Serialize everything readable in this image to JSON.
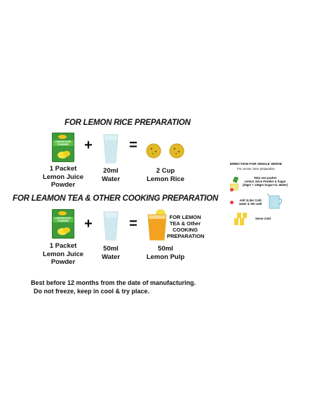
{
  "section1": {
    "heading": "FOR LEMON RICE PREPARATION",
    "packet_caption": "1 Packet\nLemon Juice\nPowder",
    "plus": "+",
    "water_caption": "20ml\nWater",
    "equals": "=",
    "result_caption": "2 Cup\nLemon Rice"
  },
  "section2": {
    "heading": "FOR LEAMON TEA & OTHER COOKING PREPARATION",
    "packet_caption": "1 Packet\nLemon Juice\nPowder",
    "plus": "+",
    "water_caption": "50ml\nWater",
    "equals": "=",
    "result_caption": "50ml\nLemon Pulp",
    "side_note": "FOR LEMON\nTEA & Other\nCOOKING\nPREPARATION"
  },
  "packet_label": "LEMONJUICE\nPOWDER",
  "footer": {
    "line1": "Best before 12 months from the date of manufacturing.",
    "line2": "Do not freeze, keep in cool & try place."
  },
  "sidebar": {
    "title": "DIRECTION FOR SINGLE SERVE",
    "subtitle": "For Lemon Juice preparation",
    "step1": "Take one packet\nLemon Juice Powder & Sugar\n(15gm + 135gm Sugar+1L Water)",
    "step2": "Add 1Liter Cold\nwater & Stir well",
    "step3": "Serve Cold"
  },
  "colors": {
    "packet_green": "#3e9a3a",
    "juice_orange": "#f2a21e",
    "rice_yellow": "#e2b928",
    "water_blue": "#d8eef3"
  }
}
